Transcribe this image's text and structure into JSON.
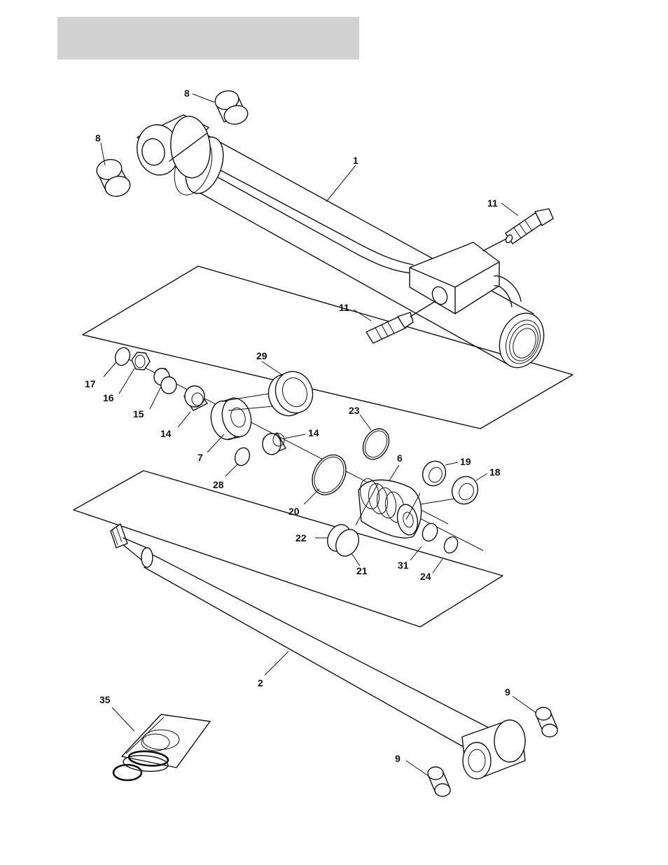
{
  "header": {
    "title_band_color": "#d2d2d2"
  },
  "callouts": {
    "c1": "1",
    "c2": "2",
    "c6": "6",
    "c7": "7",
    "c8a": "8",
    "c8b": "8",
    "c9a": "9",
    "c9b": "9",
    "c11a": "11",
    "c11b": "11",
    "c14a": "14",
    "c14b": "14",
    "c15": "15",
    "c16": "16",
    "c17": "17",
    "c18": "18",
    "c19": "19",
    "c20": "20",
    "c21": "21",
    "c22": "22",
    "c23": "23",
    "c24": "24",
    "c28": "28",
    "c29": "29",
    "c31": "31",
    "c35": "35"
  },
  "colors": {
    "ink": "#111111",
    "paper": "#ffffff",
    "band": "#d2d2d2"
  }
}
